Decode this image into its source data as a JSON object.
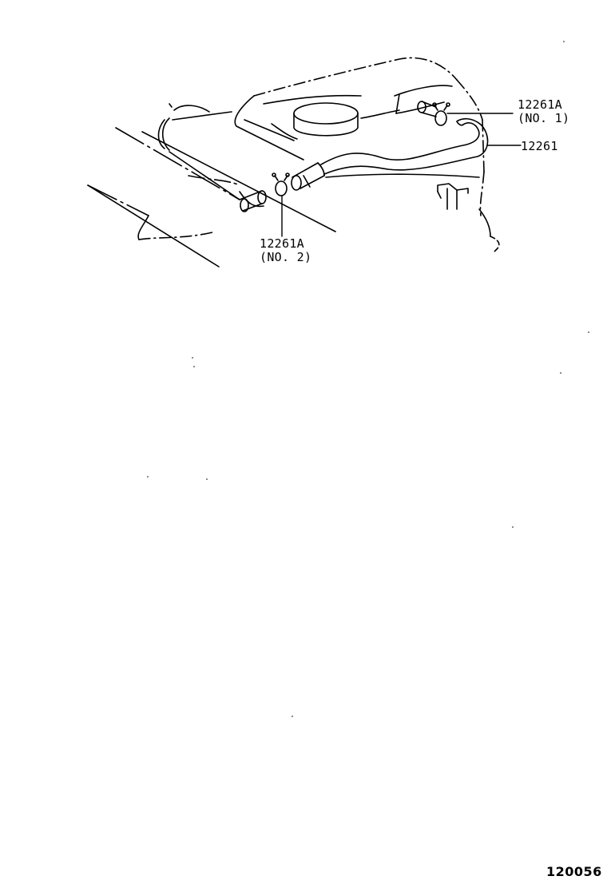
{
  "callouts": {
    "clamp_no1": {
      "part_number": "12261A",
      "qualifier": "(NO. 1)"
    },
    "hose": {
      "part_number": "12261"
    },
    "clamp_no2": {
      "part_number": "12261A",
      "qualifier": "(NO. 2)"
    }
  },
  "figure_code": "120056",
  "colors": {
    "line": "#000000",
    "background": "#ffffff"
  }
}
